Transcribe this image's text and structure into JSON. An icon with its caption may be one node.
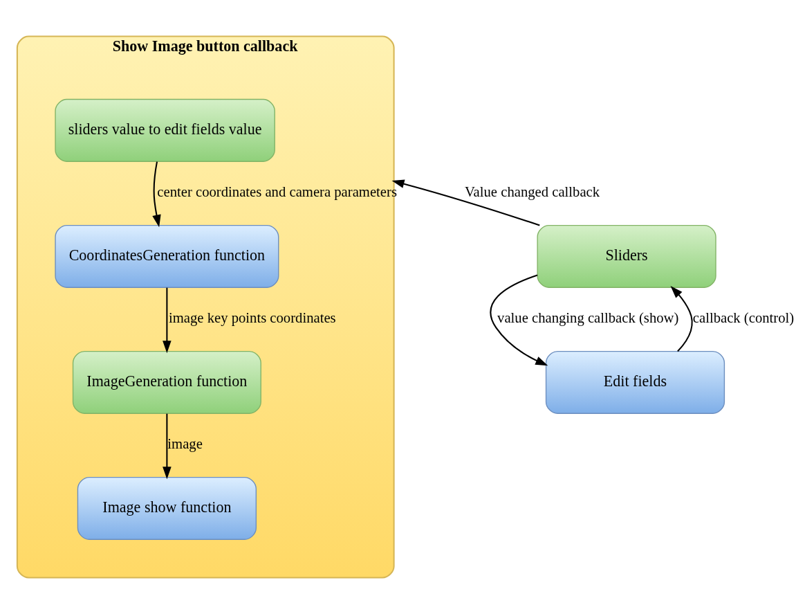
{
  "diagram": {
    "nodes": [
      {
        "text": [
          "Show Image button callback"
        ]
      },
      {
        "text": [
          "Sliders"
        ]
      },
      {
        "text": [
          "Edit fields"
        ]
      },
      {
        "text": [
          "sliders value to edit fields value"
        ],
        "in": 0
      },
      {
        "text": [
          "CoordinatesGeneration function"
        ],
        "in": 0
      },
      {
        "text": [
          "ImageGeneration function"
        ],
        "in": 0
      },
      {
        "text": [
          "Image show function"
        ],
        "in": 0
      }
    ],
    "edges": [
      {
        "from": 1,
        "to": 0,
        "arrow": "to",
        "label": "Value changed callback"
      },
      {
        "from": 1,
        "to": 2,
        "arrow": "to",
        "label": "value changing callback (show)"
      },
      {
        "from": 2,
        "to": 1,
        "arrow": "to",
        "label": "callback (control)"
      },
      {
        "from": 3,
        "to": 4,
        "arrow": "to",
        "label": "center coordinates and camera parameters"
      },
      {
        "from": 4,
        "to": 5,
        "arrow": "to",
        "label": "image key points coordinates"
      },
      {
        "from": 5,
        "to": 6,
        "arrow": "to",
        "label": "image"
      }
    ]
  }
}
